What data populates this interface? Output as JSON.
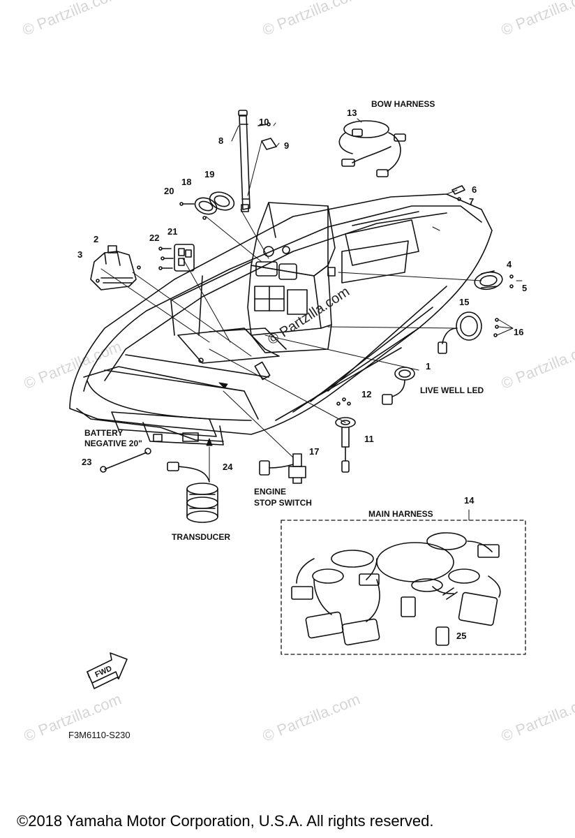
{
  "watermark": "© Partzilla.com",
  "center_watermark": "© Partzilla.com",
  "callouts": {
    "n1": "1",
    "n2": "2",
    "n3": "3",
    "n4": "4",
    "n5": "5",
    "n6": "6",
    "n7": "7",
    "n8": "8",
    "n9": "9",
    "n10": "10",
    "n11": "11",
    "n12": "12",
    "n13": "13",
    "n14": "14",
    "n15": "15",
    "n16": "16",
    "n17": "17",
    "n18": "18",
    "n19": "19",
    "n20": "20",
    "n21": "21",
    "n22": "22",
    "n23": "23",
    "n24": "24",
    "n25": "25"
  },
  "labels": {
    "bow_harness": "BOW HARNESS",
    "live_well_led": "LIVE WELL LED",
    "battery_line1": "BATTERY",
    "battery_line2": "NEGATIVE 20\"",
    "engine_line1": "ENGINE",
    "engine_line2": "STOP SWITCH",
    "transducer": "TRANSDUCER",
    "main_harness": "MAIN HARNESS",
    "fwd": "FWD"
  },
  "diagram_code": "F3M6110-S230",
  "copyright": "©2018  Yamaha Motor Corporation, U.S.A. All rights reserved."
}
